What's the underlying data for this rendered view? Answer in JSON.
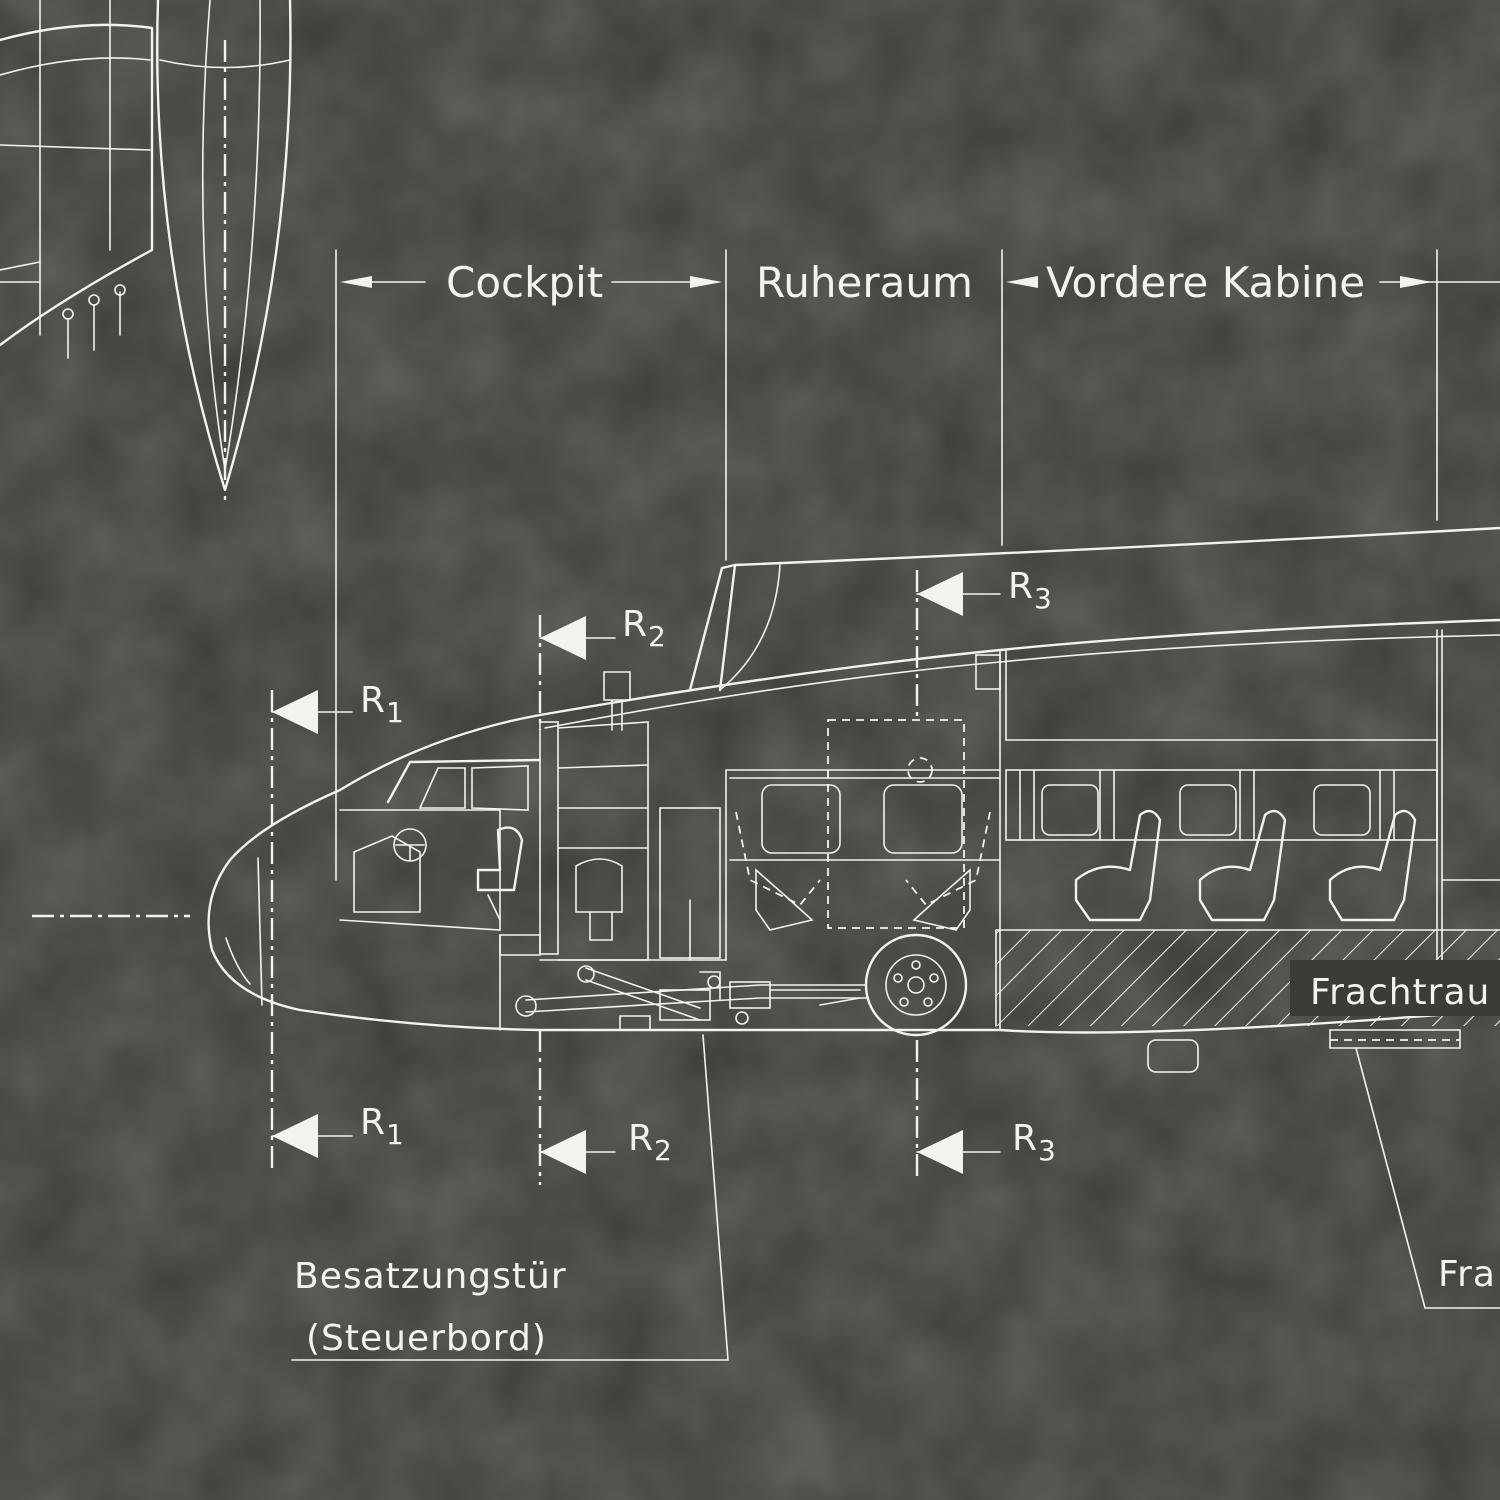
{
  "sections": {
    "cockpit": "Cockpit",
    "rest_room": "Ruheraum",
    "front_cabin": "Vordere Kabine"
  },
  "section_markers": [
    {
      "letter": "R",
      "index": "1"
    },
    {
      "letter": "R",
      "index": "2"
    },
    {
      "letter": "R",
      "index": "3"
    }
  ],
  "labels": {
    "cargo_hold": "Frachtrau",
    "cargo_door": "Fra",
    "crew_door_line1": "Besatzungstür",
    "crew_door_line2": "(Steuerbord)"
  },
  "colors": {
    "background": "#3b3936",
    "linework": "#f4f2ec"
  }
}
